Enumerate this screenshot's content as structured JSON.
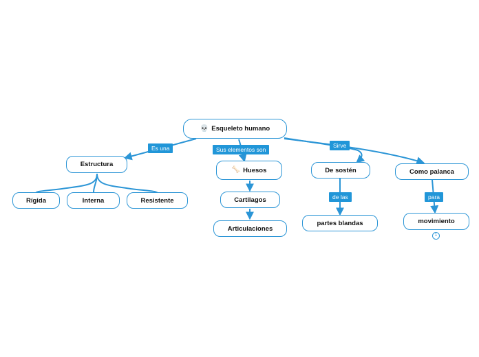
{
  "colors": {
    "accent": "#2b95d6",
    "label_background": "#2196d8",
    "node_text": "#111111",
    "background": "#ffffff"
  },
  "nodes": {
    "root": {
      "label": "Esqueleto humano",
      "icon": "skull-icon",
      "glyph": "💀"
    },
    "estructura": {
      "label": "Estructura"
    },
    "rigida": {
      "label": "Rígida"
    },
    "interna": {
      "label": "Interna"
    },
    "resistente": {
      "label": "Resistente"
    },
    "huesos": {
      "label": "Huesos",
      "icon": "bone-icon",
      "glyph": "🦴"
    },
    "cartilagos": {
      "label": "Cartilagos"
    },
    "articulaciones": {
      "label": "Articulaciones"
    },
    "de_sosten": {
      "label": "De sostén"
    },
    "partes_blandas": {
      "label": "partes blandas"
    },
    "como_palanca": {
      "label": "Como palanca"
    },
    "movimiento": {
      "label": "movimiento",
      "collapsed_count": "1"
    }
  },
  "relations": {
    "es_una": "Es una",
    "sus_elementos_son": "Sus elementos son",
    "sirve": "Sirve",
    "de_las": "de las",
    "para": "para"
  }
}
